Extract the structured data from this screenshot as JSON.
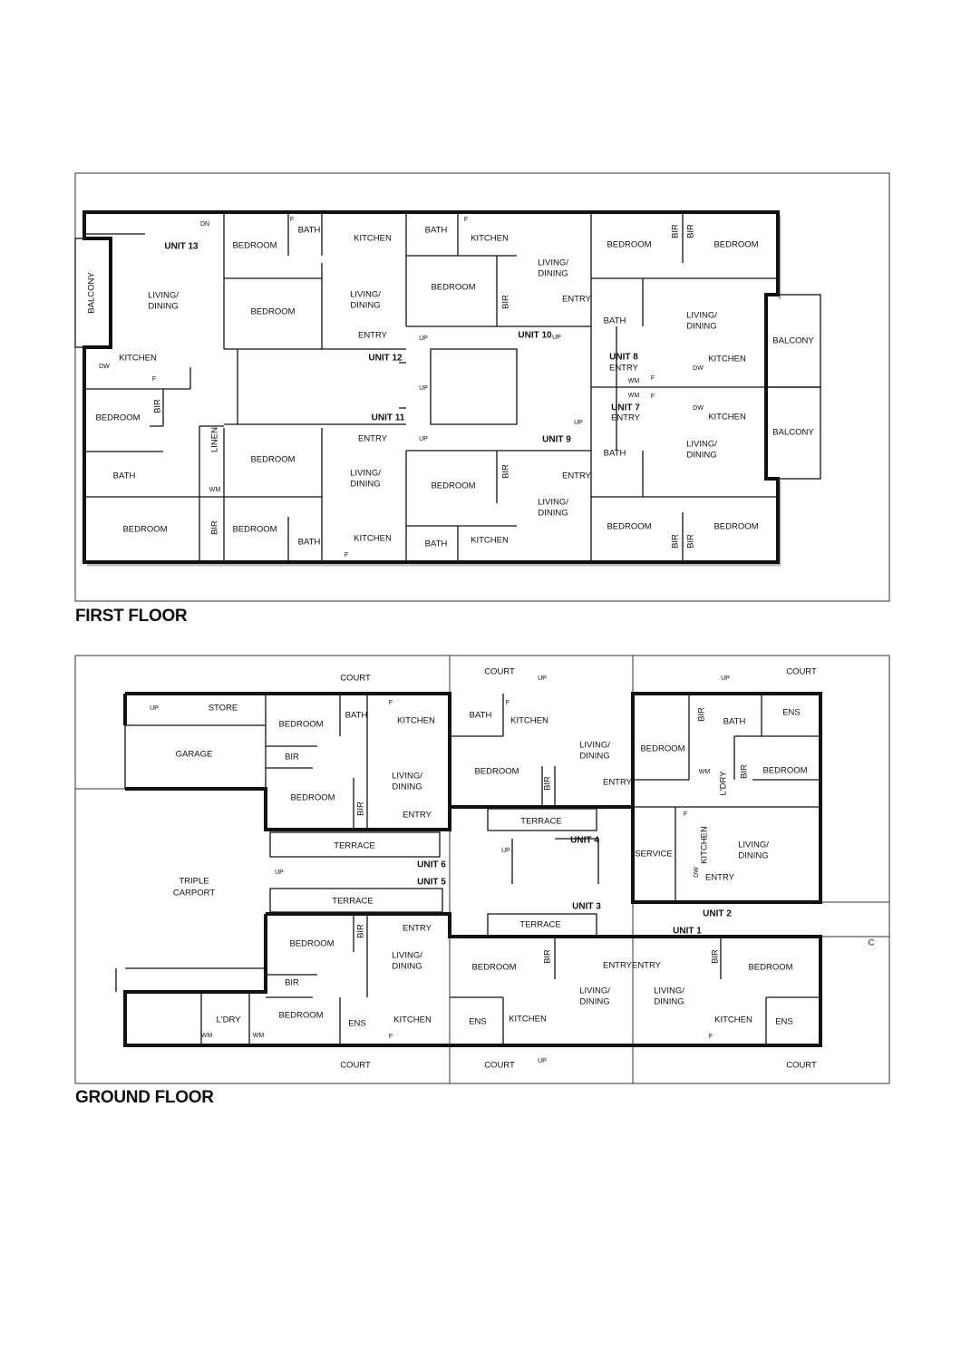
{
  "first_floor": {
    "heading": "FIRST FLOOR",
    "labels": [
      "UNIT 13",
      "BEDROOM",
      "BATH",
      "KITCHEN",
      "BATH",
      "KITCHEN",
      "LIVING/",
      "DINING",
      "BEDROOM",
      "BIR",
      "BIR",
      "BEDROOM",
      "BALCONY",
      "LIVING/",
      "DINING",
      "BEDROOM",
      "LIVING/",
      "DINING",
      "BEDROOM",
      "BIR",
      "ENTRY",
      "BATH",
      "LIVING/",
      "DINING",
      "ENTRY",
      "UNIT 10",
      "KITCHEN",
      "UNIT 12",
      "UNIT 8",
      "ENTRY",
      "KITCHEN",
      "BALCONY",
      "F",
      "F",
      "WM",
      "WM",
      "BEDROOM",
      "BIR",
      "UNIT 11",
      "UNIT 7",
      "ENTRY",
      "KITCHEN",
      "BALCONY",
      "ENTRY",
      "UNIT 9",
      "LINEN",
      "BATH",
      "BEDROOM",
      "LIVING/",
      "DINING",
      "BEDROOM",
      "BIR",
      "ENTRY",
      "BATH",
      "LIVING/",
      "DINING",
      "WM",
      "BEDROOM",
      "BIR",
      "BEDROOM",
      "BATH",
      "KITCHEN",
      "BATH",
      "KITCHEN",
      "LIVING/",
      "DINING",
      "BEDROOM",
      "BIR",
      "BIR",
      "BEDROOM",
      "DN",
      "UP",
      "UP",
      "UP",
      "UP",
      "UP",
      "DW",
      "DW",
      "DW",
      "F",
      "F",
      "F",
      "F"
    ]
  },
  "ground_floor": {
    "heading": "GROUND FLOOR",
    "labels": [
      "COURT",
      "COURT",
      "COURT",
      "STORE",
      "BEDROOM",
      "BATH",
      "KITCHEN",
      "BATH",
      "KITCHEN",
      "LIVING/",
      "DINING",
      "BEDROOM",
      "BIR",
      "BATH",
      "ENS",
      "BEDROOM",
      "L'DRY",
      "BIR",
      "WM",
      "GARAGE",
      "BIR",
      "LIVING/",
      "DINING",
      "BEDROOM",
      "BIR",
      "BEDROOM",
      "BIR",
      "ENTRY",
      "ENTRY",
      "TERRACE",
      "TERRACE",
      "F",
      "KITCHEN",
      "SERVICE",
      "LIVING/",
      "DINING",
      "UNIT 4",
      "UNIT 6",
      "UNIT 5",
      "TRIPLE",
      "CARPORT",
      "DW",
      "ENTRY",
      "TERRACE",
      "UNIT 3",
      "UNIT 2",
      "ENTRY",
      "TERRACE",
      "UNIT 1",
      "C",
      "BEDROOM",
      "BIR",
      "LIVING/",
      "DINING",
      "BEDROOM",
      "BIR",
      "ENTRY",
      "ENTRY",
      "LIVING/",
      "DINING",
      "LIVING/",
      "DINING",
      "BIR",
      "BEDROOM",
      "BIR",
      "BEDROOM",
      "ENS",
      "KITCHEN",
      "L'DRY",
      "WM",
      "WM",
      "ENS",
      "KITCHEN",
      "KITCHEN",
      "ENS",
      "COURT",
      "COURT",
      "COURT",
      "UP",
      "UP",
      "UP",
      "UP",
      "UP",
      "UP",
      "F",
      "F",
      "F",
      "F"
    ]
  }
}
